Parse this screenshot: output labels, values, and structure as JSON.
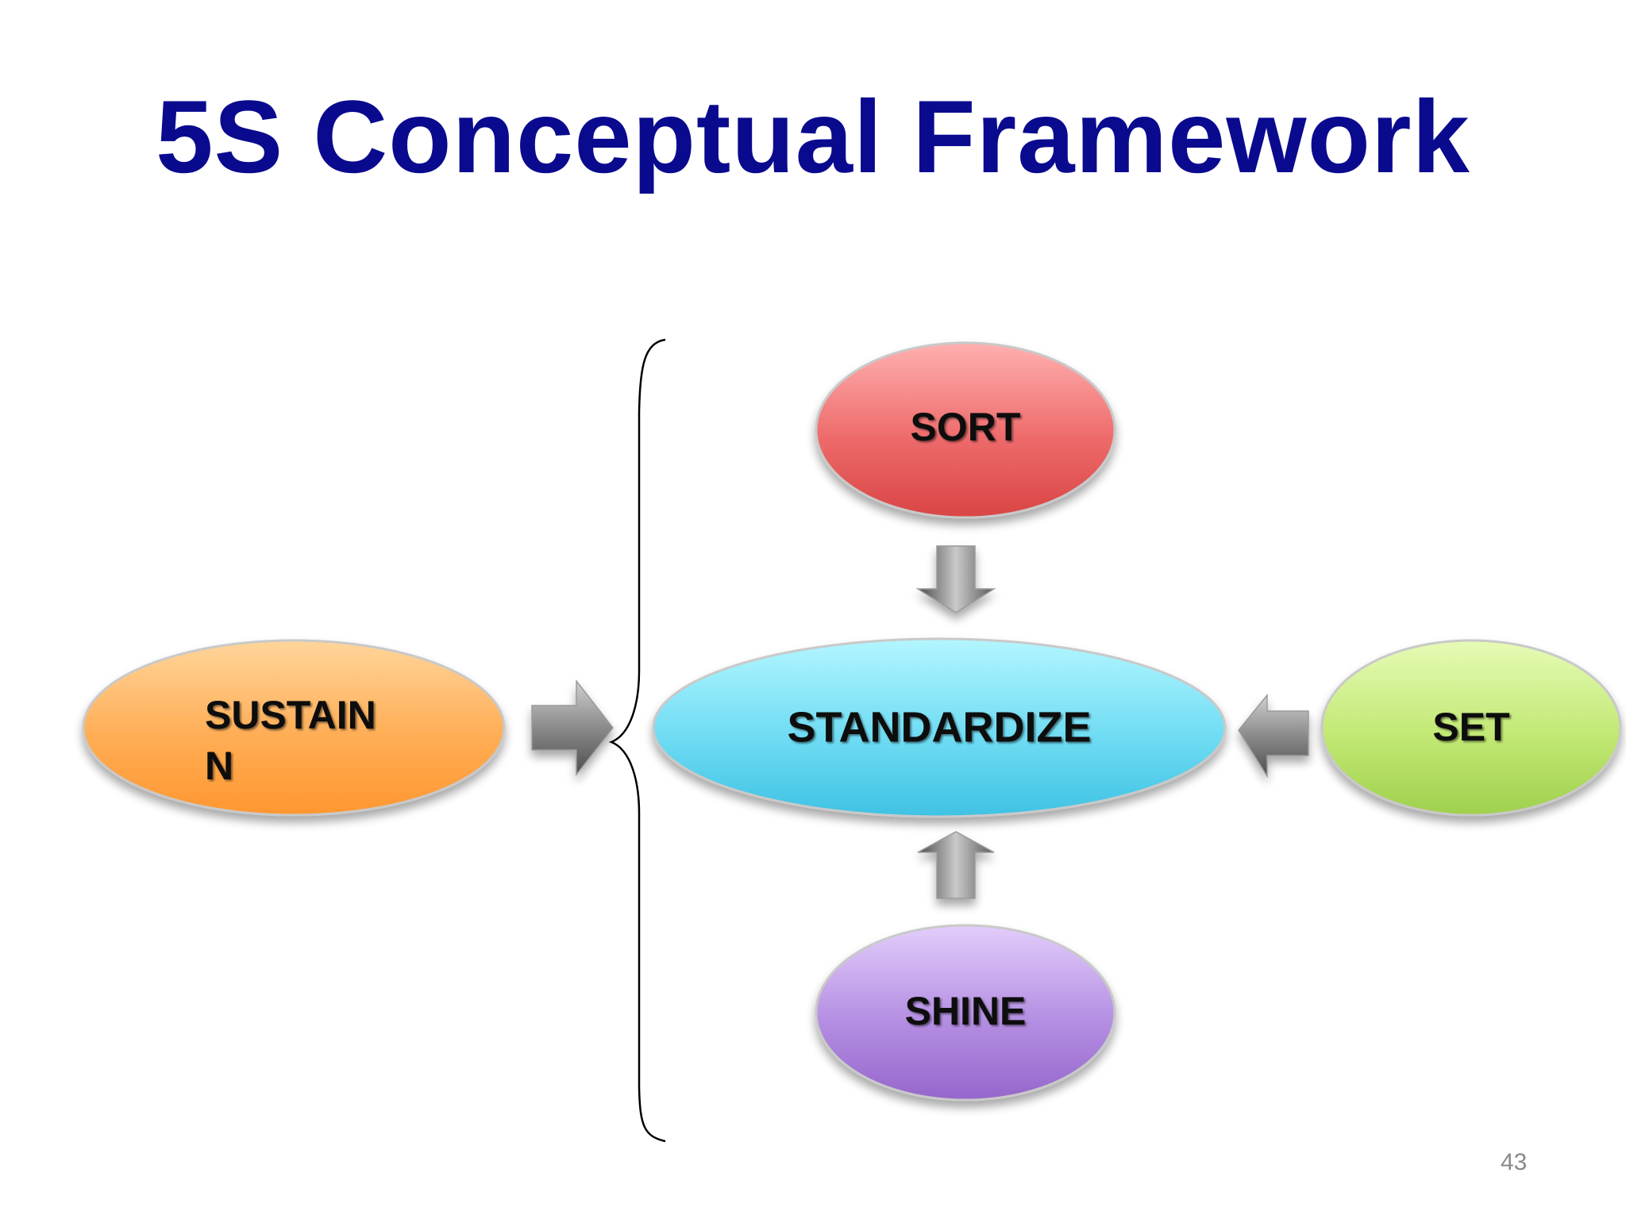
{
  "slide": {
    "title": "5S Conceptual Framework",
    "page_number": "43"
  },
  "nodes": {
    "sort": {
      "label": "SORT",
      "color": "#e85a5a"
    },
    "standardize": {
      "label": "STANDARDIZE",
      "color": "#5fd3ee"
    },
    "set": {
      "label": "SET",
      "color": "#b3e063"
    },
    "shine": {
      "label": "SHINE",
      "color": "#ac84dc"
    },
    "sustain": {
      "label_line1": "SUSTAIN",
      "label_line2": "N",
      "color": "#ffa242"
    }
  },
  "colors": {
    "title": "#0a0a8f",
    "arrow": "#6e6e6e",
    "brace": "#000000"
  }
}
